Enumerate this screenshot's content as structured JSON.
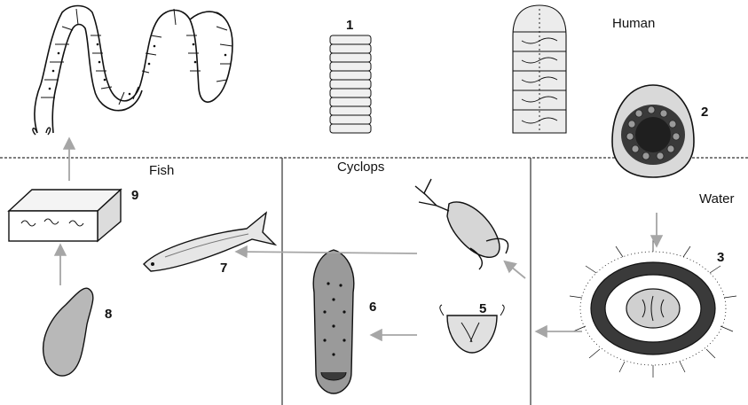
{
  "sections": {
    "human": "Human",
    "fish": "Fish",
    "cyclops": "Cyclops",
    "water": "Water"
  },
  "stages": [
    "1",
    "2",
    "3",
    "5",
    "6",
    "7",
    "8",
    "9"
  ],
  "colors": {
    "ink": "#111111",
    "dark_fill": "#2b2b2b",
    "mid_fill": "#8a8a8a",
    "light_fill": "#d9d9d9",
    "arrow": "#a6a6a6",
    "divider": "#333333"
  }
}
